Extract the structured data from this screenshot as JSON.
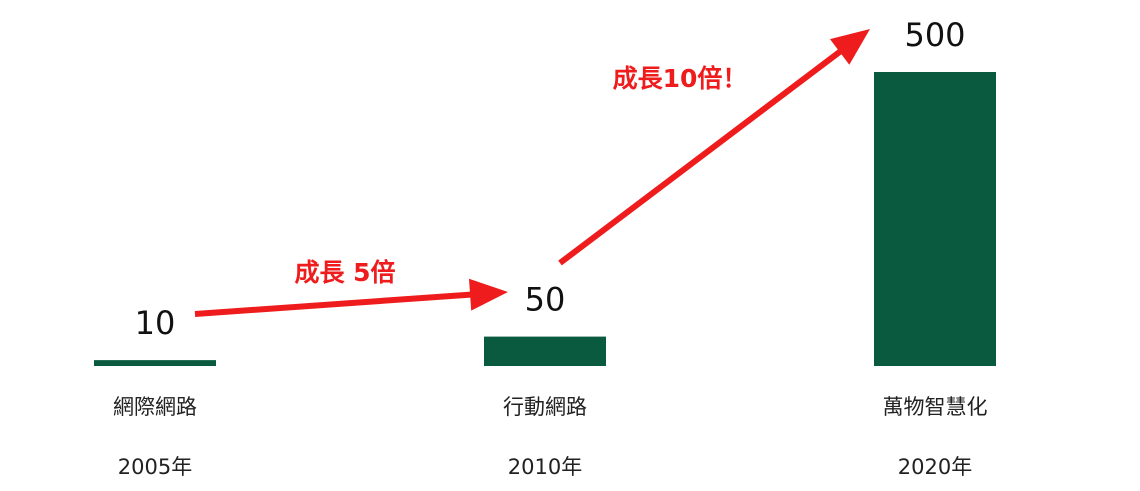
{
  "chart_data": {
    "type": "bar",
    "categories": [
      "網際網路",
      "行動網路",
      "萬物智慧化"
    ],
    "years": [
      "2005年",
      "2010年",
      "2020年"
    ],
    "values": [
      10,
      50,
      500
    ],
    "value_labels": [
      "10",
      "50",
      "500"
    ],
    "growth_annotations": [
      {
        "from": 0,
        "to": 1,
        "label": "成長 5倍"
      },
      {
        "from": 1,
        "to": 2,
        "label": "成長10倍！"
      }
    ],
    "title": "",
    "xlabel": "",
    "ylabel": "",
    "ylim": [
      0,
      500
    ],
    "grid": false,
    "colors": {
      "bar": "#0a5a40",
      "arrow": "#ee1c1c",
      "annotation_text": "#ee1c1c",
      "text": "#111111"
    }
  }
}
